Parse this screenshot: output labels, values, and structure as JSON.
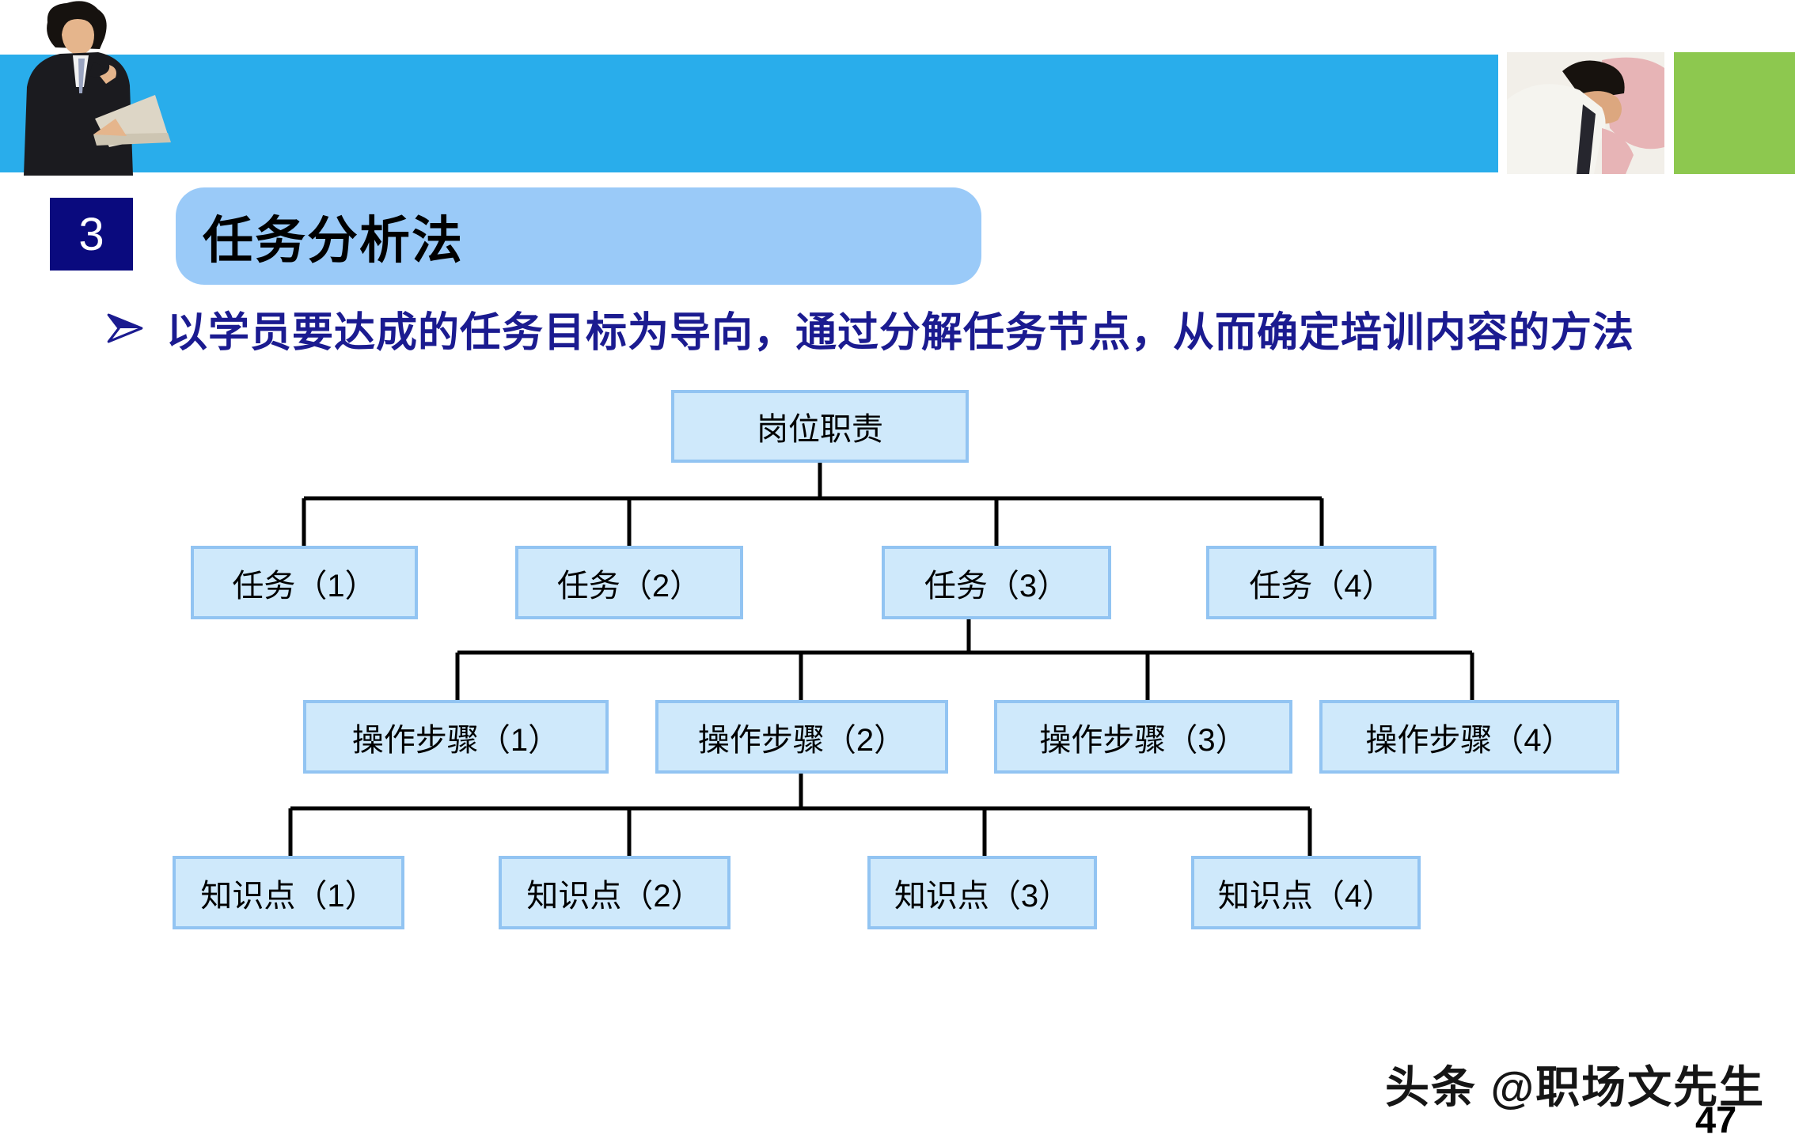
{
  "slide": {
    "section_number": "3",
    "title": "任务分析法",
    "bullet_marker": "➢",
    "bullet_text": "以学员要达成的任务目标为导向，通过分解任务节点，从而确定培训内容的方法",
    "watermark": "头条 @职场文先生",
    "page_number": "47"
  },
  "diagram": {
    "root": "岗位职责",
    "tasks": [
      "任务（1）",
      "任务（2）",
      "任务（3）",
      "任务（4）"
    ],
    "steps": [
      "操作步骤（1）",
      "操作步骤（2）",
      "操作步骤（3）",
      "操作步骤（4）"
    ],
    "knowledge": [
      "知识点（1）",
      "知识点（2）",
      "知识点（3）",
      "知识点（4）"
    ]
  },
  "icons": {
    "bullet_marker": "arrowhead-right",
    "left_photo": "businessman-with-laptop-photo",
    "right_photo": "businessman-reading-photo"
  },
  "colors": {
    "banner_blue": "#29ADEB",
    "accent_green": "#8DC84F",
    "badge_navy": "#0A0A7E",
    "title_box_blue": "#9ACAF8",
    "bullet_text_navy": "#1B1B90",
    "node_fill": "#CFE9FB",
    "node_border": "#92C4F2",
    "connector_black": "#000000"
  }
}
